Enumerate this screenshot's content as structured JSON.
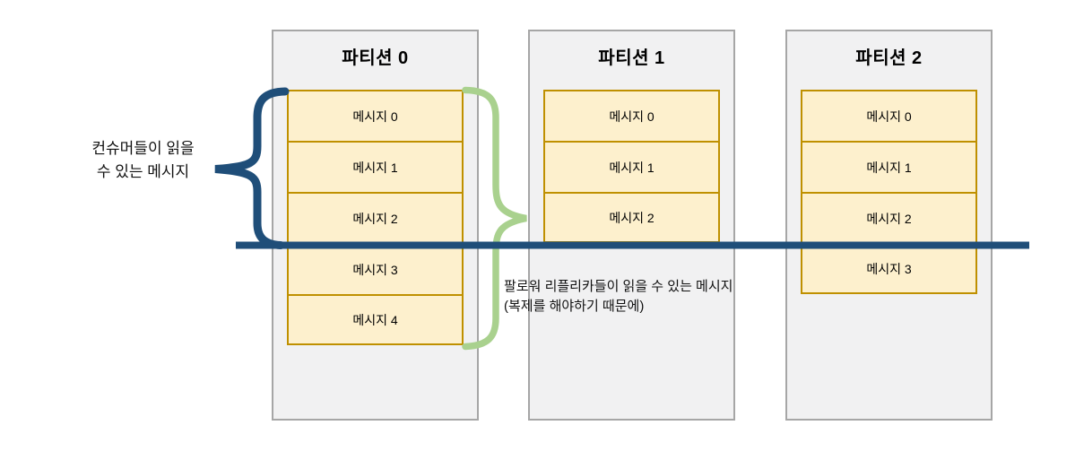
{
  "partitions": [
    {
      "title": "파티션 0",
      "messages": [
        "메시지 0",
        "메시지 1",
        "메시지 2",
        "메시지 3",
        "메시지 4"
      ]
    },
    {
      "title": "파티션 1",
      "messages": [
        "메시지 0",
        "메시지 1",
        "메시지 2"
      ]
    },
    {
      "title": "파티션 2",
      "messages": [
        "메시지 0",
        "메시지 1",
        "메시지 2",
        "메시지 3"
      ]
    }
  ],
  "consumer_label": {
    "line1": "컨슈머들이 읽을",
    "line2": "수 있는 메시지"
  },
  "replica_label": {
    "line1": "팔로워 리플리카들이 읽을 수 있는 메시지",
    "line2": "(복제를 해야하기 때문에)"
  },
  "colors": {
    "partition_bg": "#f1f1f2",
    "partition_border": "#a6a6a6",
    "message_bg": "#fdf0cd",
    "message_border": "#bf9000",
    "highwater_line": "#1f4e79",
    "replica_brace": "#a9d18e"
  }
}
